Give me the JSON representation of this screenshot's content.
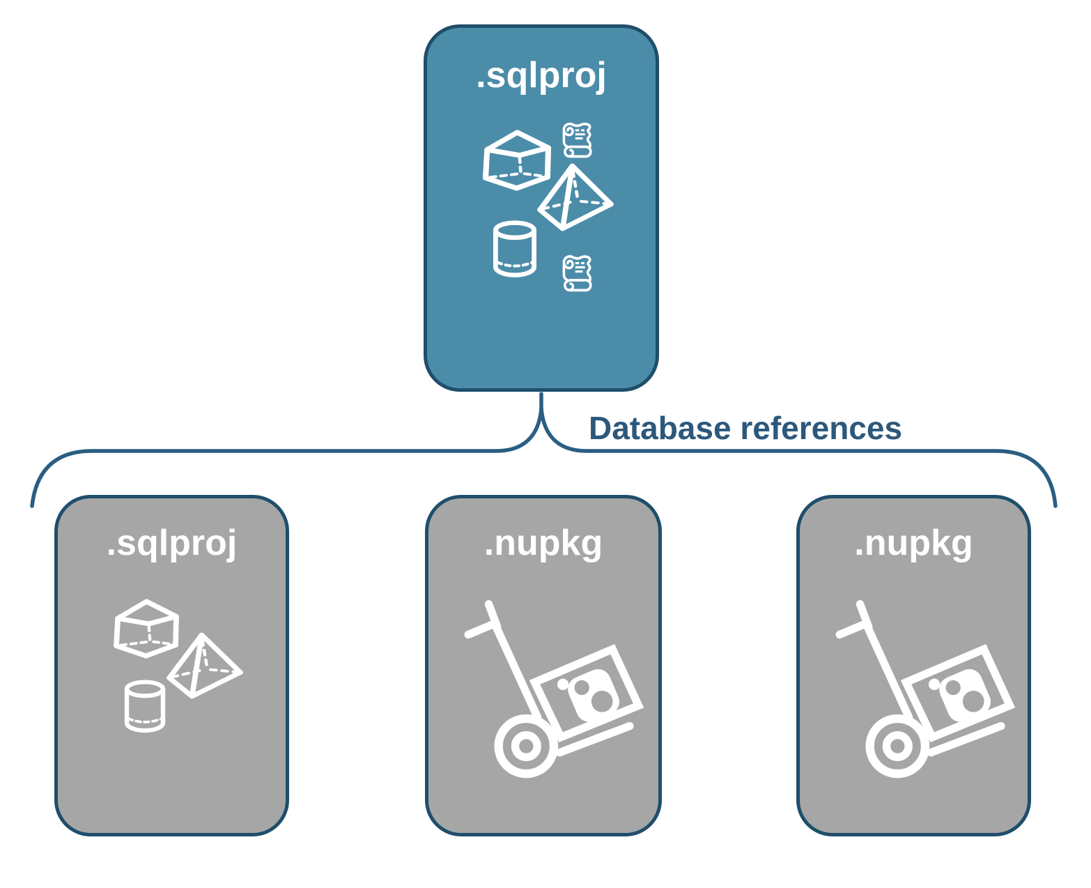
{
  "diagram": {
    "connector": {
      "label": "Database references"
    },
    "colors": {
      "accent_teal": "#4B8CA9",
      "card_gray": "#A6A6A6",
      "border_navy": "#1F4E6B",
      "line_navy": "#2A5E82",
      "label_navy": "#2C587B",
      "icon_white": "#FFFFFF"
    },
    "cards": [
      {
        "id": "sqlproj-main",
        "title": ".sqlproj",
        "variant": "teal",
        "icons": [
          "scroll-icon",
          "cube-icon",
          "pyramid-icon",
          "cylinder-icon",
          "scroll-icon"
        ]
      },
      {
        "id": "sqlproj-ref",
        "title": ".sqlproj",
        "variant": "gray",
        "icons": [
          "cube-icon",
          "pyramid-icon",
          "cylinder-icon"
        ]
      },
      {
        "id": "nupkg-ref-1",
        "title": ".nupkg",
        "variant": "gray",
        "icons": [
          "hand-truck-icon"
        ]
      },
      {
        "id": "nupkg-ref-2",
        "title": ".nupkg",
        "variant": "gray",
        "icons": [
          "hand-truck-icon"
        ]
      }
    ]
  }
}
